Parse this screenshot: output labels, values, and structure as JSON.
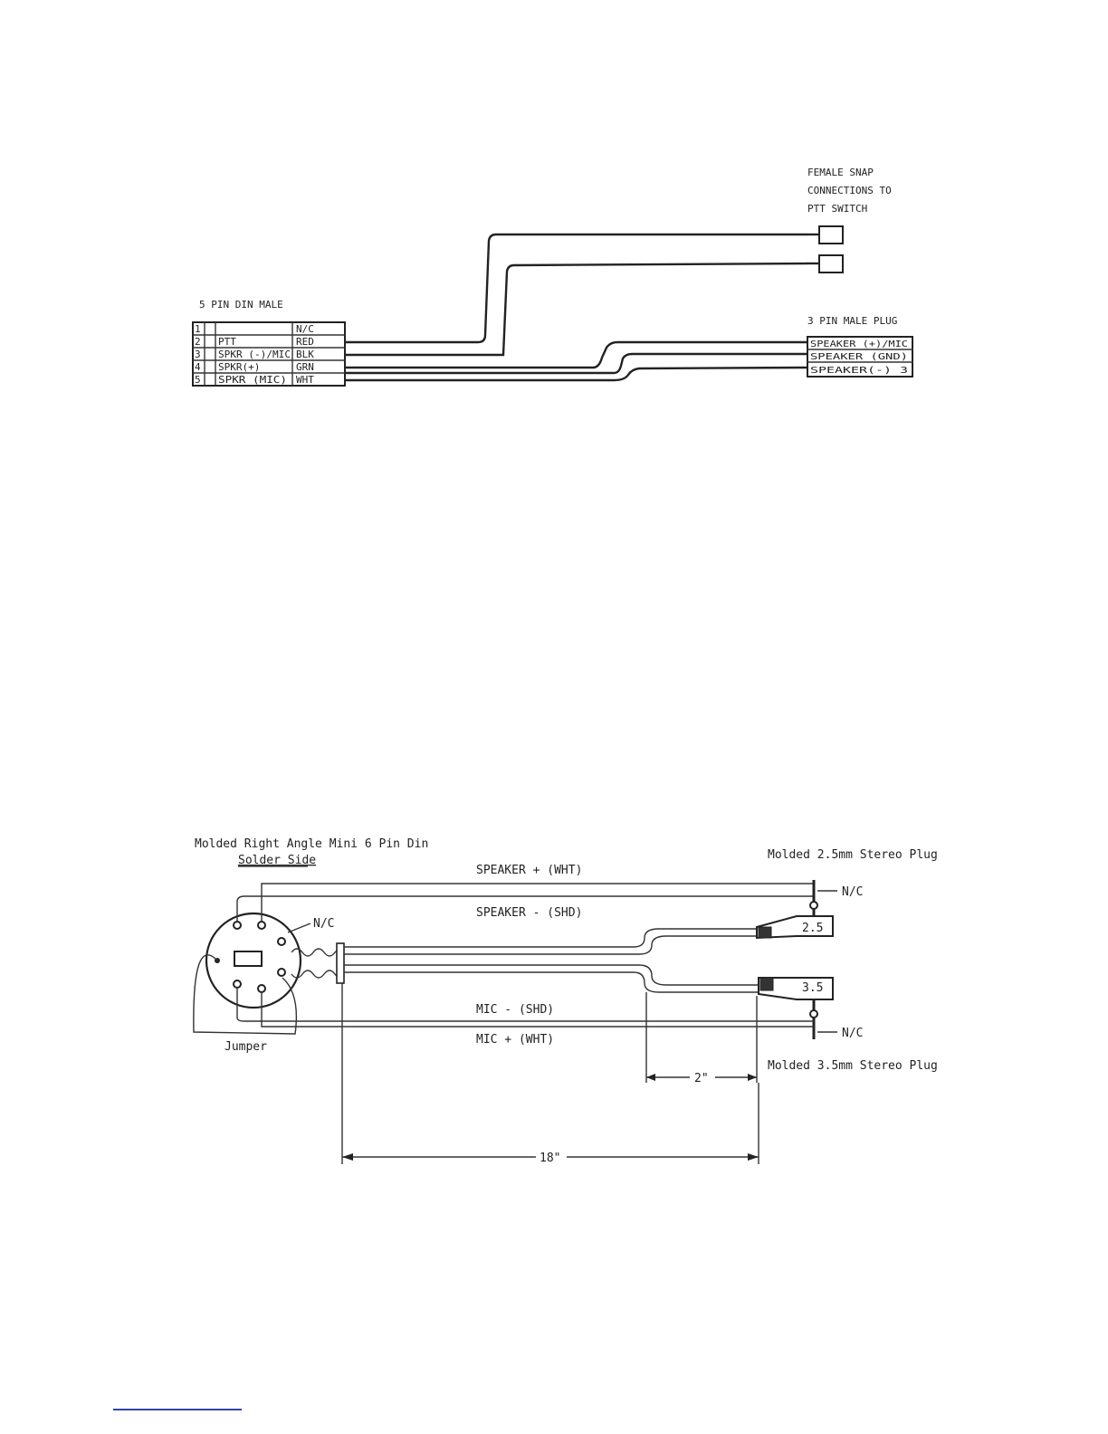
{
  "top_diagram": {
    "left_connector_title": "5 PIN DIN MALE",
    "left_table": {
      "rows": [
        {
          "pin": "1",
          "signal": "",
          "color": "N/C"
        },
        {
          "pin": "2",
          "signal": "PTT",
          "color": "RED"
        },
        {
          "pin": "3",
          "signal": "SPKR (-)/MIC",
          "color": "BLK"
        },
        {
          "pin": "4",
          "signal": "SPKR(+)",
          "color": "GRN"
        },
        {
          "pin": "5",
          "signal": "SPKR (MIC)",
          "color": "WHT"
        }
      ]
    },
    "right_top_label_lines": [
      "FEMALE SNAP",
      "CONNECTIONS TO",
      "PTT SWITCH"
    ],
    "right_connector_title": "3 PIN MALE PLUG",
    "right_table": {
      "rows": [
        "SPEAKER (+)/MIC",
        "SPEAKER (GND)",
        "SPEAKER(-) 3"
      ]
    }
  },
  "bottom_diagram": {
    "din_title": "Molded Right Angle Mini 6 Pin Din",
    "din_subtitle": "Solder Side",
    "nc_din": "N/C",
    "jumper_label": "Jumper",
    "speaker_plus": "SPEAKER + (WHT)",
    "speaker_minus": "SPEAKER - (SHD)",
    "mic_minus": "MIC - (SHD)",
    "mic_plus": "MIC + (WHT)",
    "plug_25_title": "Molded 2.5mm Stereo Plug",
    "plug_25_size": "2.5",
    "plug_35_title": "Molded 3.5mm Stereo Plug",
    "plug_35_size": "3.5",
    "nc_top": "N/C",
    "nc_bottom": "N/C",
    "dim_short": "2\"",
    "dim_long": "18\""
  }
}
